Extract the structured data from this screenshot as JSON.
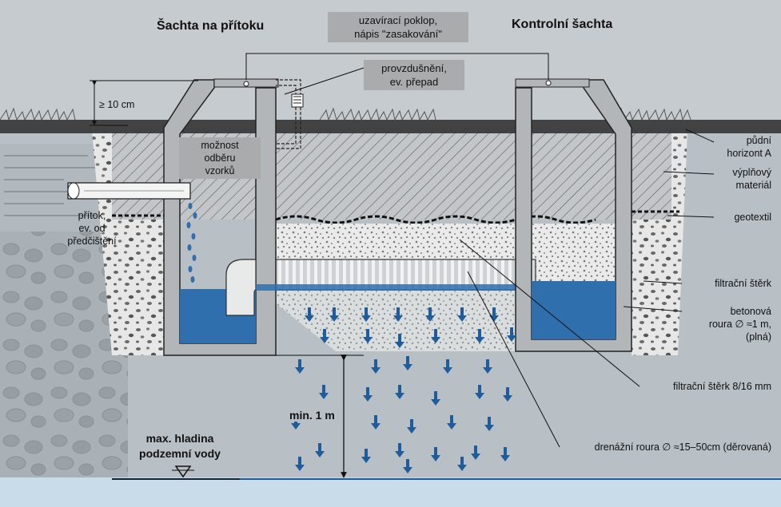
{
  "titles": {
    "left_shaft": "Šachta na přítoku",
    "right_shaft": "Kontrolní šachta"
  },
  "callouts": {
    "lid_line1": "uzavírací poklop,",
    "lid_line2": "nápis \"zasakování\"",
    "vent_line1": "provzdušnění,",
    "vent_line2": "ev. přepad",
    "sampling_line1": "možnost",
    "sampling_line2": "odběru",
    "sampling_line3": "vzorků"
  },
  "left_labels": {
    "clearance": "≥ 10 cm",
    "inflow_line1": "přítok,",
    "inflow_line2": "ev. od",
    "inflow_line3": "předčištění",
    "groundwater_line1": "max. hladina",
    "groundwater_line2": "podzemní vody"
  },
  "center_labels": {
    "min_depth": "min. 1 m"
  },
  "right_labels": {
    "topsoil_line1": "půdní",
    "topsoil_line2": "horizont A",
    "fill_line1": "výplňový",
    "fill_line2": "materiál",
    "geotextile": "geotextil",
    "filter_gravel": "filtrační štěrk",
    "pipe_line1": "betonová",
    "pipe_line2": "roura ∅ ≈1 m,",
    "pipe_line3": "(plná)",
    "filter_gravel_size": "filtrační štěrk 8/16 mm",
    "drain_pipe": "drenážní roura ∅ ≈15–50cm (děrovaná)"
  },
  "colors": {
    "water": "#2f6fad",
    "ground": "#b7bec4",
    "concrete": "#b3b6b8",
    "groundwater": "#c9dcea",
    "arrow": "#1f5c9c",
    "box": "#a9abad"
  }
}
